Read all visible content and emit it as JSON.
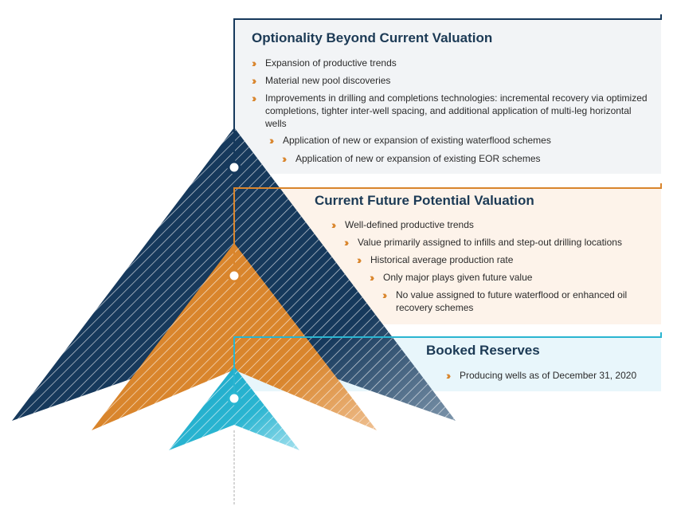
{
  "colors": {
    "navy": "#16395c",
    "orange": "#d9852c",
    "cyan": "#2ab5d1",
    "panel_top": "#f2f4f6",
    "panel_mid": "#fdf3ea",
    "panel_bottom": "#e8f6fb",
    "title_text": "#1c3a55",
    "body_text": "#2b2b2b"
  },
  "panels": {
    "optionality": {
      "title": "Optionality Beyond Current Valuation",
      "bullets": [
        "Expansion of productive trends",
        "Material new pool discoveries",
        "Improvements in drilling and completions technologies: incremental recovery via optimized completions, tighter inter-well spacing, and additional application of multi-leg horizontal wells",
        "Application of new or expansion of existing waterflood schemes",
        "Application of new or expansion of existing EOR schemes"
      ]
    },
    "future": {
      "title": "Current Future Potential Valuation",
      "bullets": [
        "Well-defined productive trends",
        "Value primarily assigned to infills and step-out drilling locations",
        "Historical average production rate",
        "Only major plays given future value",
        "No value assigned to future waterflood or enhanced oil recovery schemes"
      ]
    },
    "booked": {
      "title": "Booked Reserves",
      "bullets": [
        "Producing wells as of December 31, 2020"
      ]
    }
  }
}
